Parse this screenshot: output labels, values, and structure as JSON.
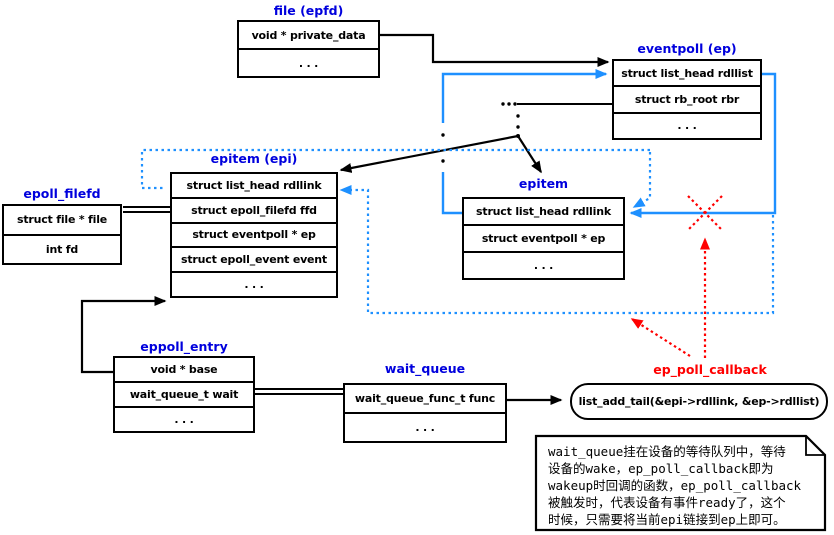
{
  "diagram": {
    "boxes": {
      "file": {
        "title": "file (epfd)",
        "rows": [
          "void * private_data",
          ". . ."
        ]
      },
      "eventpoll": {
        "title": "eventpoll (ep)",
        "rows": [
          "struct list_head rdllist",
          "struct rb_root rbr",
          ". . ."
        ]
      },
      "epitem_epi": {
        "title": "epitem (epi)",
        "rows": [
          "struct list_head rdllink",
          "struct epoll_filefd ffd",
          "struct eventpoll * ep",
          "struct epoll_event event",
          ". . ."
        ]
      },
      "epoll_filefd": {
        "title": "epoll_filefd",
        "rows": [
          "struct file * file",
          "int fd"
        ]
      },
      "epitem2": {
        "title": "epitem",
        "rows": [
          "struct list_head rdllink",
          "struct eventpoll * ep",
          ". . ."
        ]
      },
      "eppoll_entry": {
        "title": "eppoll_entry",
        "rows": [
          "void * base",
          "wait_queue_t wait",
          ". . ."
        ]
      },
      "wait_queue": {
        "title": "wait_queue",
        "rows": [
          "wait_queue_func_t func",
          ". . ."
        ]
      }
    },
    "callback_label": "ep_poll_callback",
    "code_bubble": "list_add_tail(&epi->rdllink, &ep->rdllist)",
    "note": {
      "lines": [
        "wait_queue挂在设备的等待队列中，等待",
        "设备的wake，ep_poll_callback即为",
        "wakeup时回调的函数，ep_poll_callback",
        "被触发时，代表设备有事件ready了，这个",
        "时候，只需要将当前epi链接到ep上即可。"
      ]
    },
    "colors": {
      "title_blue": "#0000dd",
      "link_blue": "#1e90ff",
      "alert_red": "#ff0000"
    }
  }
}
